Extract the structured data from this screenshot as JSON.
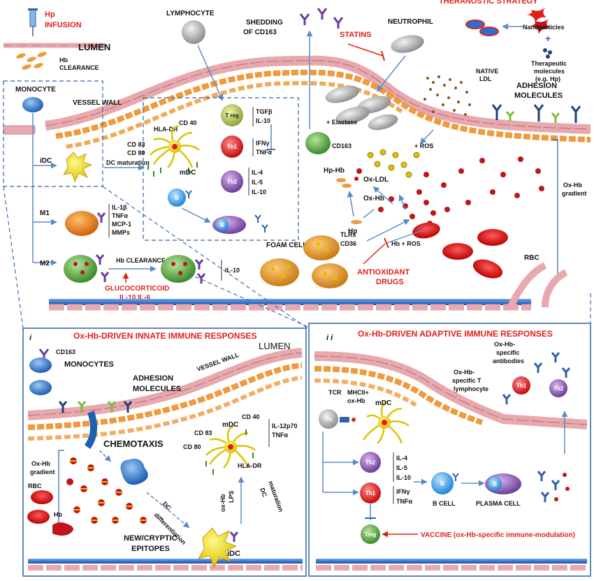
{
  "top": {
    "hp_infusion_1": "Hp",
    "hp_infusion_2": "INFUSION",
    "hb_clearance_1": "Hb",
    "hb_clearance_2": "CLEARANCE",
    "lumen": "LUMEN",
    "lymphocyte": "LYMPHOCYTE",
    "shedding_1": "SHEDDING",
    "shedding_2": "OF CD163",
    "statins": "STATINS",
    "neutrophil": "NEUTROPHIL",
    "theranostic": "THERANOSTIC STRATEGY",
    "nanoparticles": "Nanoparticles",
    "plus": "+",
    "therapeutic_1": "Therapeutic",
    "therapeutic_2": "molecules",
    "therapeutic_3": "(e.g. Hp)",
    "native_ldl_1": "NATIVE",
    "native_ldl_2": "LDL",
    "adhesion_1": "ADHESION",
    "adhesion_2": "MOLECULES",
    "monocyte": "MONOCYTE",
    "vessel_wall": "VESSEL WALL",
    "cd40": "CD 40",
    "hla_dr": "HLA-DR",
    "cd83": "CD 83",
    "cd80": "CD 80",
    "mdc": "mDC",
    "treg": "T reg",
    "tgfb": "TGFβ",
    "il10_a": "IL-10",
    "th1": "Th1",
    "ifng": "IFNγ",
    "tnfa": "TNFα",
    "th2": "Th2",
    "il4": "IL-4",
    "il5": "IL-5",
    "il10_b": "IL-10",
    "b": "B",
    "elastase": "+ Elastase",
    "cd163": "CD163",
    "plus_ros": "+ ROS",
    "ox_ldl": "Ox-LDL",
    "ox_hb_gradient_1": "Ox-Hb",
    "ox_hb_gradient_2": "gradient",
    "hp_hb": "Hp-Hb",
    "ox_hb": "Ox-Hb",
    "hp": "Hp",
    "tlrs": "TLRs",
    "cd36": "CD36",
    "hb_ros": "Hb + ROS",
    "rbc": "RBC",
    "foam_cells": "FOAM CELLS",
    "antioxidant_1": "ANTIOXIDANT",
    "antioxidant_2": "DRUGS",
    "idc": "iDC",
    "dc_maturation": "DC maturation",
    "m1": "M1",
    "il1b": "IL-1β",
    "tnfa_m1": "TNFα",
    "mcp1": "MCP-1",
    "mmps": "MMPs",
    "m2": "M2",
    "hb_clearance_m2": "Hb CLEARANCE",
    "glucocorticoid": "GLUCOCORTICOID",
    "il10_il6": "IL-10  IL-6",
    "il10_m2": "IL-10"
  },
  "panel_i": {
    "roman": "i",
    "title": "Ox-Hb-DRIVEN INNATE IMMUNE RESPONSES",
    "cd163": "CD163",
    "monocytes": "MONOCYTES",
    "adhesion_1": "ADHESION",
    "adhesion_2": "MOLECULES",
    "vessel_wall": "VESSEL WALL",
    "lumen": "LUMEN",
    "chemotaxis": "CHEMOTAXIS",
    "ox_hb_1": "Ox-Hb",
    "ox_hb_2": "gradient",
    "rbc": "RBC",
    "hb": "Hb",
    "new_cryptic_1": "NEW/CRYPTIC",
    "new_cryptic_2": "EPITOPES",
    "dc_diff_1": "DC",
    "dc_diff_2": "differentiation",
    "idc": "iDC",
    "ox_hb_lps_1": "ox-Hb",
    "ox_hb_lps_2": "LPS",
    "dc_mat_1": "DC",
    "dc_mat_2": "maturation",
    "mdc": "mDC",
    "cd40": "CD 40",
    "cd83": "CD 83",
    "cd80": "CD 80",
    "hla_dr": "HLA-DR",
    "il12": "IL-12p70",
    "tnfa": "TNFα"
  },
  "panel_ii": {
    "roman": "i i",
    "title": "Ox-Hb-DRIVEN ADAPTIVE IMMUNE RESPONSES",
    "tcr": "TCR",
    "mhc_1": "MHCII+",
    "mhc_2": "ox-Hb",
    "mdc": "mDC",
    "th": "Th",
    "specific_t_1": "Ox-Hb-",
    "specific_t_2": "specific T",
    "specific_t_3": "lymphocyte",
    "specific_ab_1": "Ox-Hb-",
    "specific_ab_2": "specific",
    "specific_ab_3": "antibodies",
    "th1": "Th1",
    "th2": "Th2",
    "il4": "IL-4",
    "il5": "IL-5",
    "il10": "IL-10",
    "ifng": "IFNγ",
    "tnfa": "TNFα",
    "b": "B",
    "b_cell": "B CELL",
    "plasma": "PLASMA CELL",
    "treg": "Treg",
    "vaccine": "VACCINE (ox-Hb-specific immune-modulation)"
  },
  "colors": {
    "accent_red": "#e0211b",
    "vessel_pink": "#e7a9ad",
    "smc_orange": "#ee9a3d",
    "arrow_blue": "#5b8ac8",
    "dashed_blue": "#2f63a7",
    "lumen_blue": "#2b6fd1"
  }
}
